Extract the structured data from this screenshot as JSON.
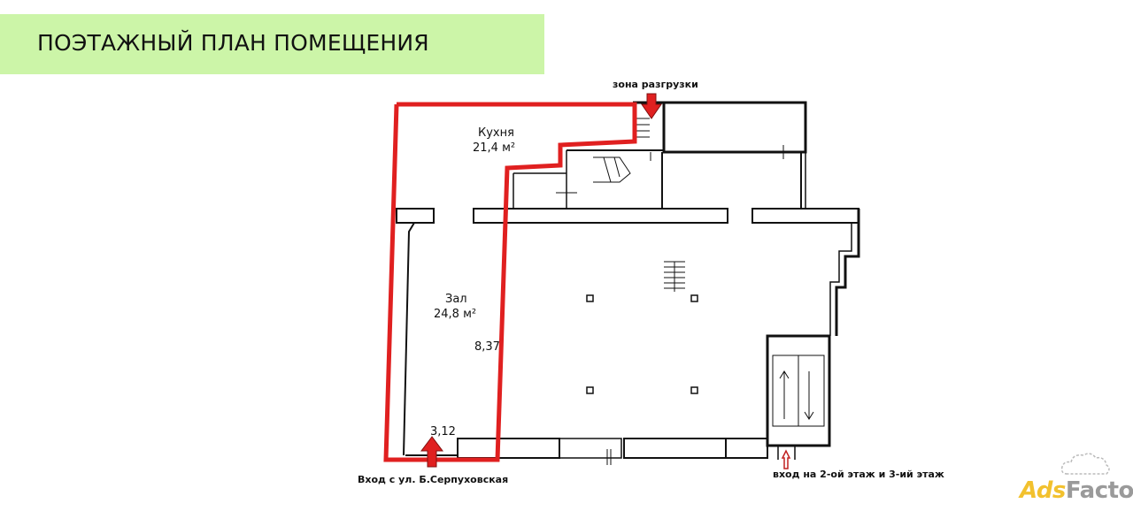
{
  "header": {
    "title": "ПОЭТАЖНЫЙ ПЛАН ПОМЕЩЕНИЯ"
  },
  "rooms": {
    "kitchen": {
      "name": "Кухня",
      "area": "21,4 м²"
    },
    "hall": {
      "name": "Зал",
      "area": "24,8 м²"
    }
  },
  "dimensions": {
    "length": "8,37",
    "width": "3,12"
  },
  "annotations": {
    "unloading_zone": "зона разгрузки",
    "main_entrance": "Вход с ул. Б.Серпуховская",
    "upper_floor_entrance": "вход на 2-ой этаж и 3-ий этаж"
  },
  "watermark": {
    "part1": "Ads",
    "part2": "Factory"
  },
  "colors": {
    "banner": "#ccf5a8",
    "highlight": "#e02020",
    "walls": "#111111"
  }
}
